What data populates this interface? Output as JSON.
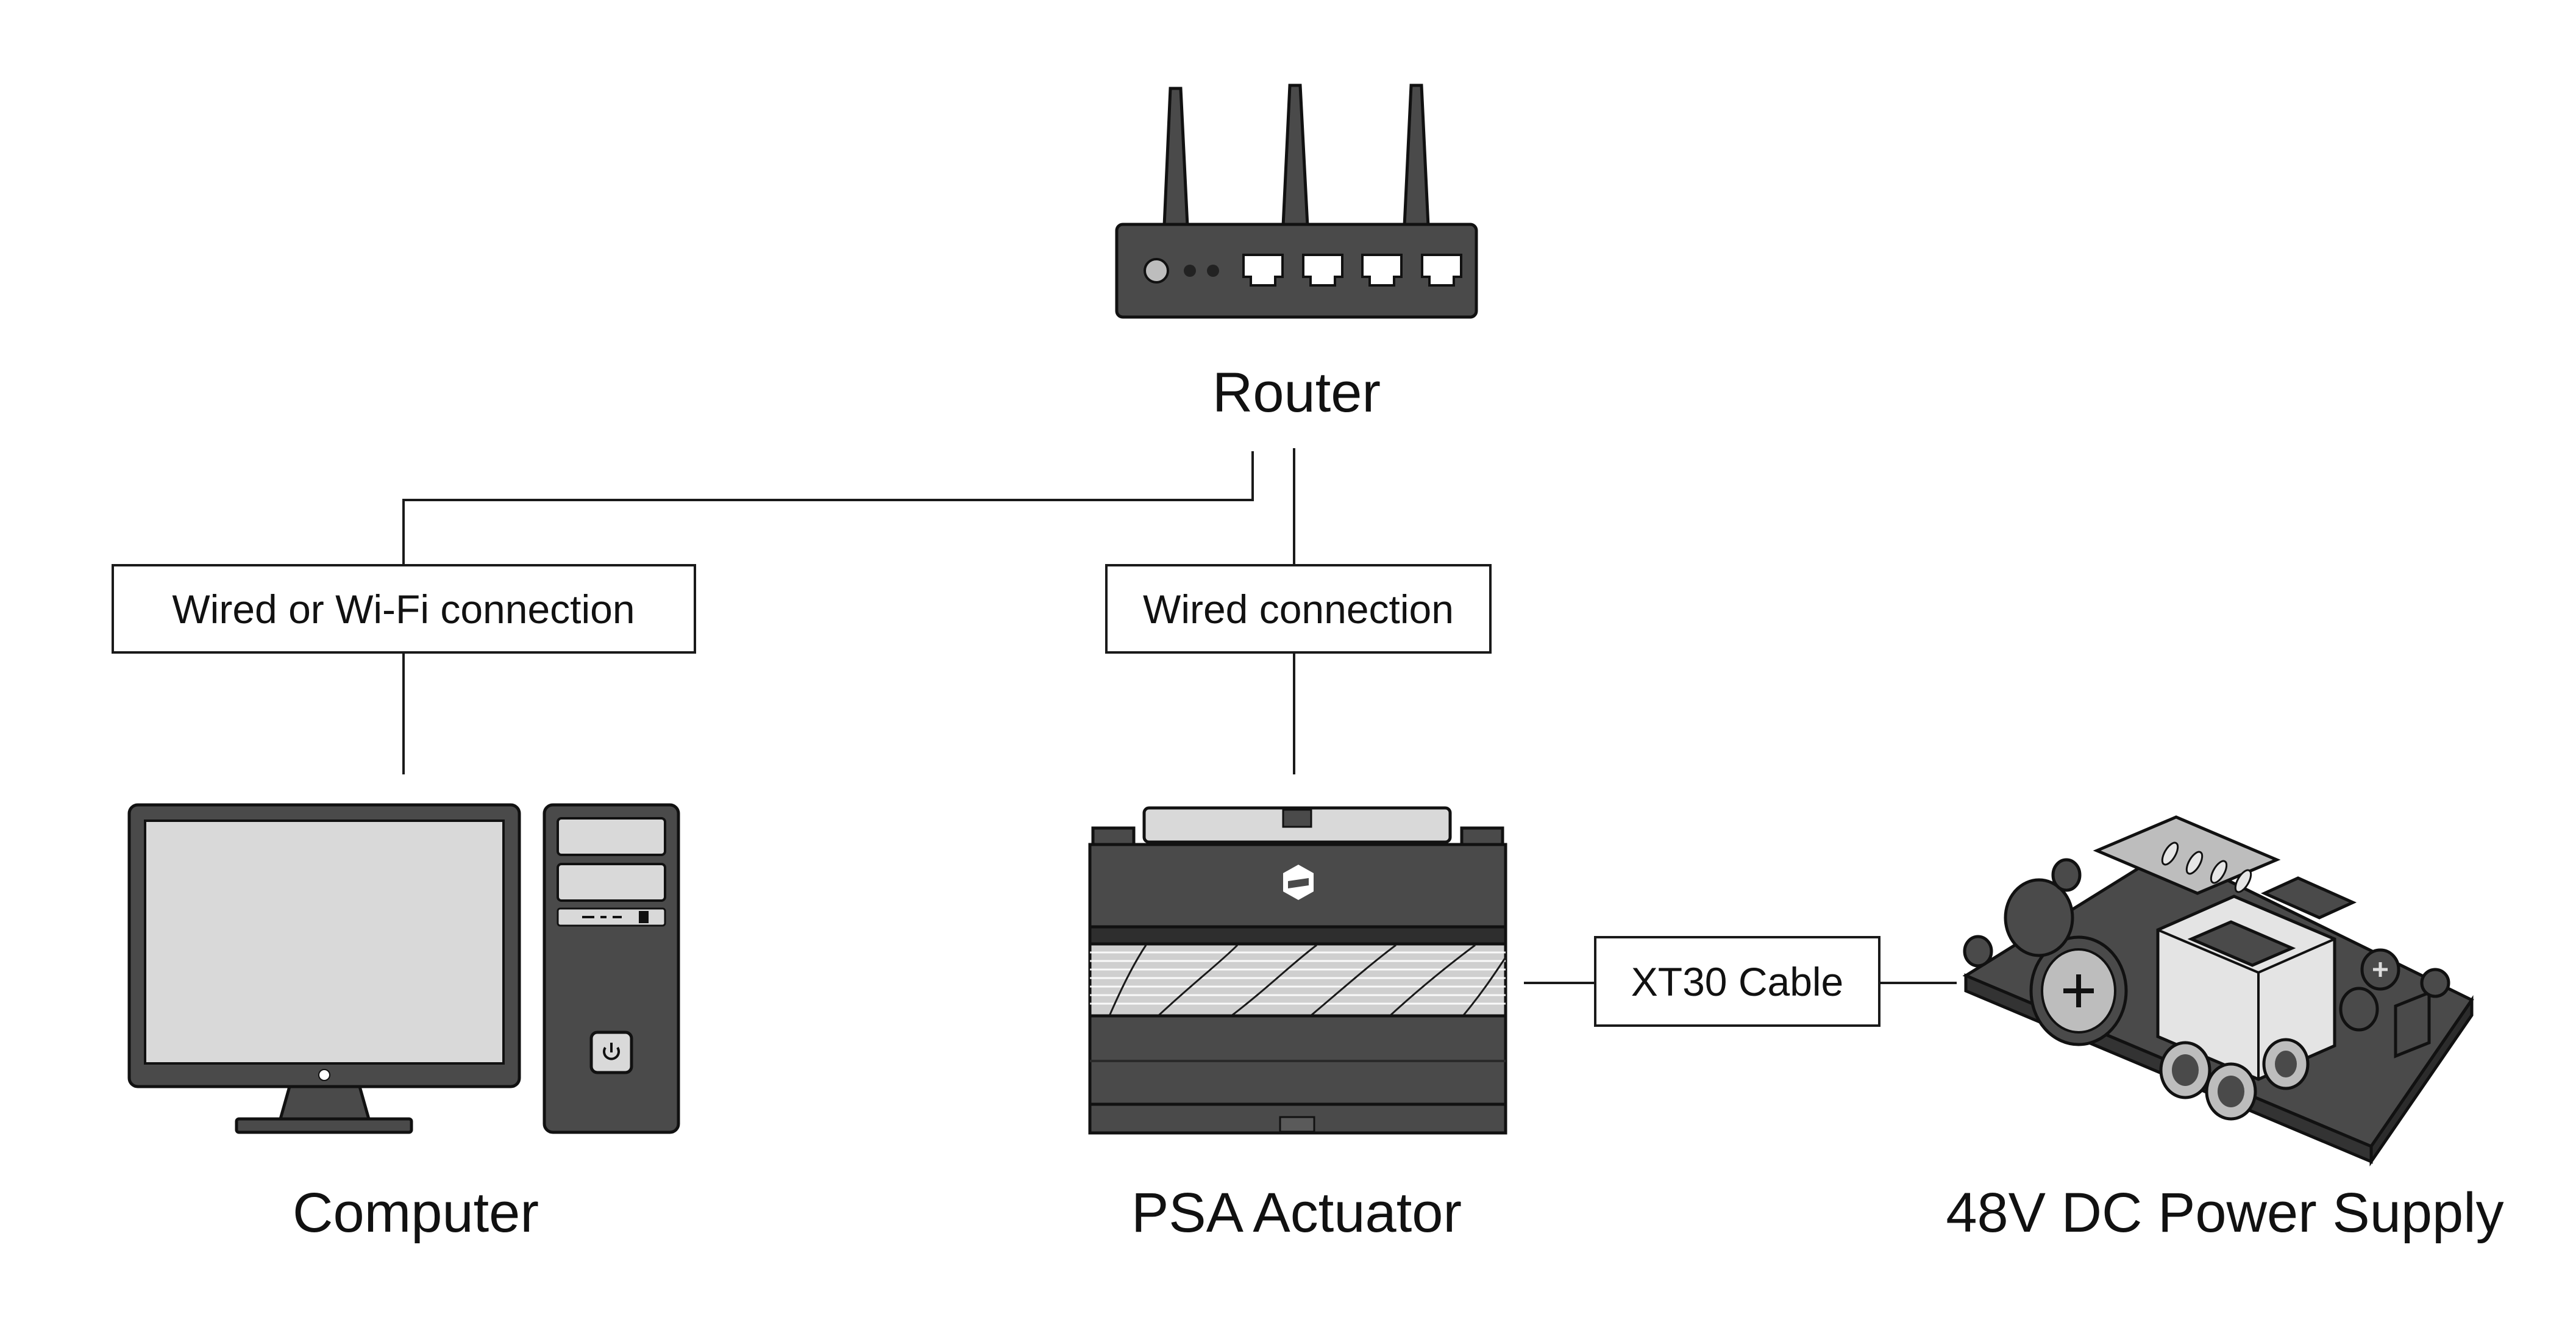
{
  "nodes": {
    "router": "Router",
    "computer": "Computer",
    "actuator": "PSA Actuator",
    "power_supply": "48V DC Power Supply"
  },
  "connections": {
    "computer_router": "Wired or Wi-Fi connection",
    "actuator_router": "Wired connection",
    "actuator_power": "XT30 Cable"
  },
  "colors": {
    "device_dark": "#4a4a4a",
    "screen_gray": "#d9d9d9",
    "line": "#1a1a1a"
  }
}
